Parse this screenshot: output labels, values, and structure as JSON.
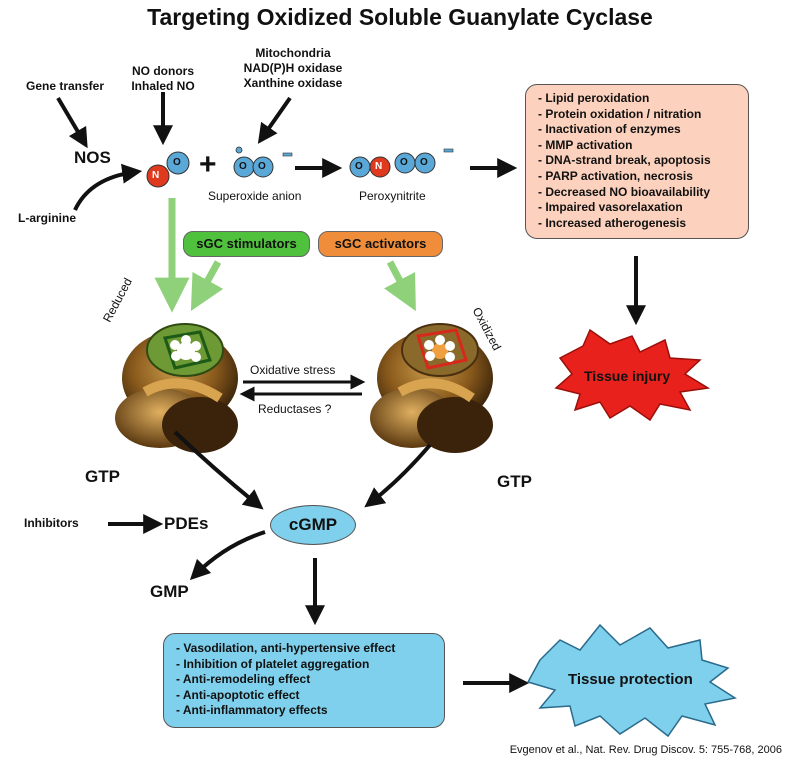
{
  "title": "Targeting Oxidized Soluble Guanylate Cyclase",
  "sources": {
    "gene_transfer": "Gene transfer",
    "no_donors_line1": "NO donors",
    "no_donors_line2": "Inhaled NO",
    "mito_line1": "Mitochondria",
    "mito_line2": "NAD(P)H oxidase",
    "mito_line3": "Xanthine oxidase"
  },
  "nos": "NOS",
  "l_arginine": "L-arginine",
  "plus": "+",
  "superoxide_label": "Superoxide anion",
  "peroxynitrite_label": "Peroxynitrite",
  "atoms": {
    "n": "N",
    "o": "O"
  },
  "oxidative_effects": [
    "- Lipid peroxidation",
    "- Protein oxidation / nitration",
    "- Inactivation of enzymes",
    "- MMP activation",
    "- DNA-strand break, apoptosis",
    "- PARP activation, necrosis",
    "- Decreased NO bioavailability",
    "- Impaired vasorelaxation",
    "- Increased atherogenesis"
  ],
  "sgc_stimulators": "sGC stimulators",
  "sgc_activators": "sGC activators",
  "reduced": "Reduced",
  "oxidized": "Oxidized",
  "oxidative_stress": "Oxidative stress",
  "reductases": "Reductases ?",
  "tissue_injury": "Tissue injury",
  "gtp_left": "GTP",
  "gtp_right": "GTP",
  "inhibitors": "Inhibitors",
  "pdes": "PDEs",
  "cgmp": "cGMP",
  "gmp": "GMP",
  "protective_effects": [
    "- Vasodilation, anti-hypertensive effect",
    "- Inhibition of platelet aggregation",
    "- Anti-remodeling effect",
    "- Anti-apoptotic effect",
    "- Anti-inflammatory effects"
  ],
  "tissue_protection": "Tissue protection",
  "citation": "Evgenov et al., Nat. Rev. Drug Discov. 5: 755-768, 2006",
  "colors": {
    "box_ox": "#fcd1bd",
    "box_prot": "#7fd0ec",
    "stimulator": "#4fc13c",
    "activator": "#f08d3a",
    "green_arrow": "#8fd07a",
    "n_atom": "#e03a1e",
    "o_atom": "#5aa8d8",
    "injury": "#e8211c"
  },
  "icons": [
    "starburst-injury",
    "starburst-protection",
    "sgc-protein-reduced",
    "sgc-protein-oxidized"
  ]
}
